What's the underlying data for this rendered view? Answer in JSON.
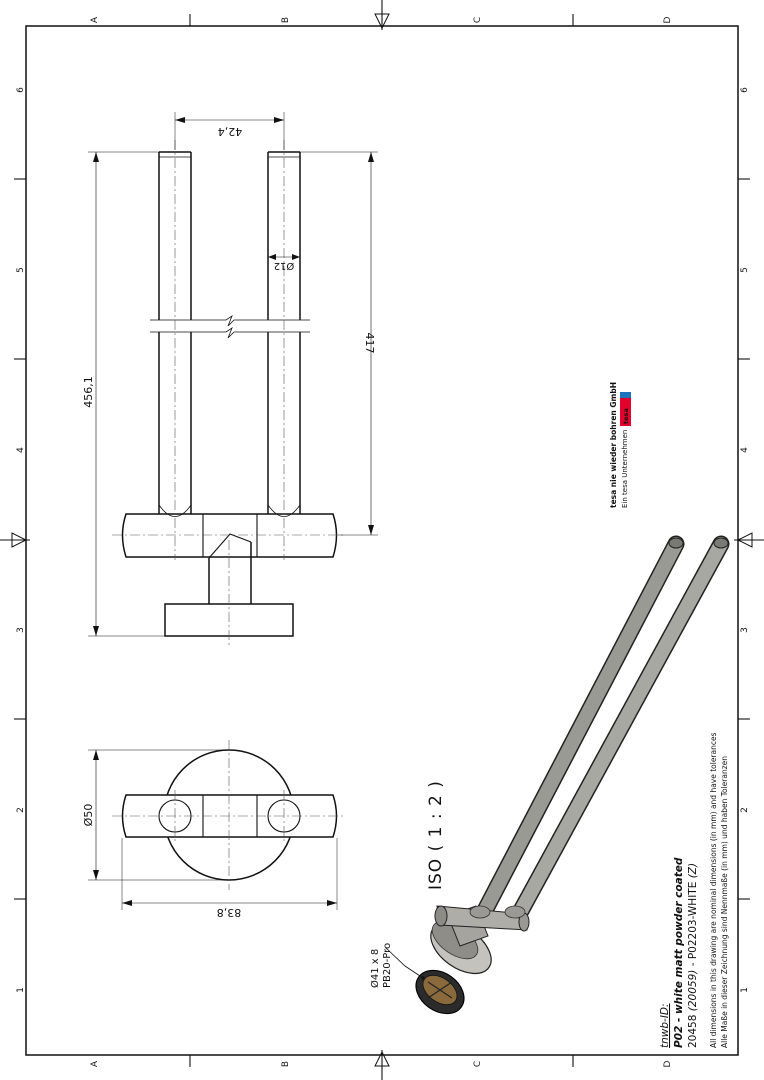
{
  "border": {
    "column_letters": [
      "A",
      "B",
      "C",
      "D"
    ],
    "row_numbers": [
      "1",
      "2",
      "3",
      "4",
      "5",
      "6"
    ]
  },
  "dimensions": {
    "overall_length": "456,1",
    "arm_length": "417",
    "arm_spacing": "42,4",
    "arm_diameter": "Ø12",
    "plate_diameter": "Ø50",
    "width": "83,8"
  },
  "scale": "ISO ( 1 : 2 )",
  "part": {
    "size": "Ø41 x 8",
    "name": "PB20-Pro"
  },
  "company": {
    "name": "tesa nie wieder bohren GmbH",
    "subtitle": "Ein tesa Unternehmen",
    "logo_text": "tesa"
  },
  "title_block": {
    "id_label": "tnwb-ID:",
    "finish": "P02 - white matt powder coated",
    "article_prefix": "20458",
    "article_alt": "(20059)",
    "article_mid": "- P02203-WHITE",
    "article_suffix": "(Z)",
    "note_en": "All dimensions in this drawing are nominal dimensions (in mm) and have tolerances",
    "note_de": "Alle Maße in dieser Zeichnung sind Nennmaße (in mm) und haben Toleranzen"
  },
  "colors": {
    "logo_red": "#e3002b",
    "logo_blue": "#1e73be",
    "metal": "#9a9a94"
  }
}
